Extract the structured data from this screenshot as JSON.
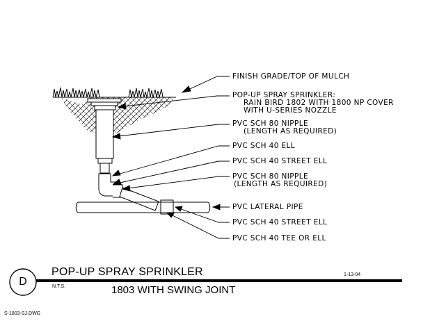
{
  "callouts": [
    {
      "id": "finish-grade",
      "lines": [
        "FINISH GRADE/TOP OF MULCH"
      ]
    },
    {
      "id": "sprinkler",
      "lines": [
        "POP-UP SPRAY SPRINKLER:",
        "RAIN BIRD 1802 WITH 1800 NP COVER",
        "WITH U-SERIES NOZZLE"
      ]
    },
    {
      "id": "nipple-80-upper",
      "lines": [
        "PVC SCH 80 NIPPLE",
        "(LENGTH AS REQUIRED)"
      ]
    },
    {
      "id": "ell-40",
      "lines": [
        "PVC SCH 40 ELL"
      ]
    },
    {
      "id": "street-ell-upper",
      "lines": [
        "PVC SCH 40 STREET ELL"
      ]
    },
    {
      "id": "nipple-80-lower",
      "lines": [
        "PVC SCH 80 NIPPLE",
        "(LENGTH AS REQUIRED)"
      ]
    },
    {
      "id": "lateral-pipe",
      "lines": [
        "PVC LATERAL PIPE"
      ]
    },
    {
      "id": "street-ell-lower",
      "lines": [
        "PVC SCH 40 STREET ELL"
      ]
    },
    {
      "id": "tee-or-ell",
      "lines": [
        "PVC SCH 40 TEE OR ELL"
      ]
    }
  ],
  "title_block": {
    "detail_letter": "D",
    "title": "POP-UP SPRAY SPRINKLER",
    "subtitle": "1803 WITH SWING JOINT",
    "scale": "N.T.S.",
    "date": "1-13-04",
    "file_name": "S-1803-SJ.DWG"
  }
}
